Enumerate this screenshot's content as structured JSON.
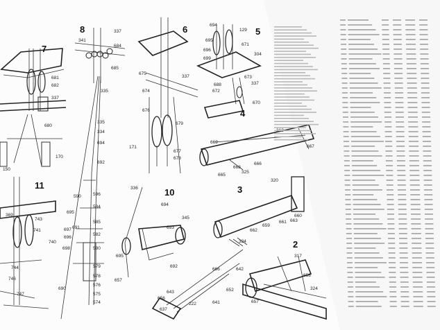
{
  "diagrams": [
    {
      "id": "7",
      "number": "7",
      "labels": [
        "681",
        "682",
        "337",
        "680",
        "170"
      ]
    },
    {
      "id": "8",
      "number": "8",
      "labels": [
        "341",
        "337",
        "684",
        "685",
        "335"
      ]
    },
    {
      "id": "6",
      "number": "6",
      "labels": [
        "675",
        "337",
        "674",
        "676",
        "679",
        "171",
        "677",
        "678"
      ]
    },
    {
      "id": "5",
      "number": "5",
      "labels": [
        "694",
        "129",
        "695",
        "671",
        "696",
        "304",
        "699",
        "688",
        "672",
        "673",
        "337",
        "670"
      ]
    },
    {
      "id": "4",
      "number": "4",
      "labels": [
        "318",
        "669",
        "667",
        "666",
        "668",
        "665",
        "325"
      ]
    },
    {
      "id": "11",
      "number": "11",
      "labels": [
        "369",
        "743",
        "741",
        "740",
        "744",
        "746",
        "747"
      ]
    },
    {
      "id": "10",
      "number": "10",
      "labels": [
        "336",
        "694",
        "693",
        "345",
        "695",
        "692",
        "657"
      ]
    },
    {
      "id": "3",
      "number": "3",
      "labels": [
        "320",
        "660",
        "661",
        "662",
        "659",
        "663",
        "324"
      ]
    },
    {
      "id": "2",
      "number": "2",
      "labels": [
        "317",
        "658",
        "657",
        "324"
      ]
    },
    {
      "id": "bottom",
      "number": "",
      "labels": [
        "643",
        "666",
        "642",
        "652",
        "641",
        "222",
        "656",
        "637"
      ]
    }
  ],
  "mast_labels": [
    "335",
    "334",
    "694",
    "692",
    "596",
    "584",
    "585",
    "582",
    "580",
    "579",
    "578",
    "576",
    "575",
    "574",
    "590",
    "691",
    "690"
  ],
  "left_labels": [
    "150",
    "697",
    "696",
    "695",
    "698"
  ],
  "parts_list_left_count": 38,
  "parts_table_rows": 60
}
